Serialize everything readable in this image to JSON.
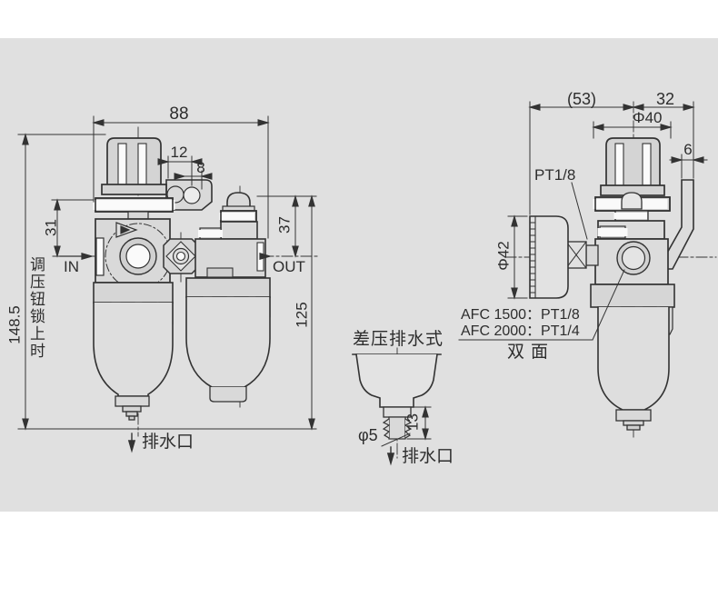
{
  "front_view": {
    "dim_width": "88",
    "dim_bracket": "12",
    "dim_hole": "8",
    "dim_inlet": "31",
    "dim_total_height": "148.5",
    "note_vertical": "调压钮锁上时",
    "label_in": "IN",
    "label_out": "OUT",
    "dim_top_to_axis": "37",
    "dim_axis_height": "125",
    "label_drain": "排水口"
  },
  "detail_view": {
    "title": "差压排水式",
    "dim_diameter": "φ5",
    "dim_length": "13",
    "label_drain": "排水口"
  },
  "side_view": {
    "dim_depth": "(53)",
    "dim_width": "32",
    "dim_knob_diameter": "Φ40",
    "dim_bracket_thickness": "6",
    "label_port": "PT1/8",
    "dim_gauge_diameter": "Φ42",
    "note_line1": "AFC 1500：PT1/8",
    "note_line2": "AFC 2000：PT1/4",
    "note_line3": "双面"
  },
  "colors": {
    "background": "#e0e0e0",
    "line": "#333333",
    "part_fill": "#d9d9d9",
    "highlight": "#fafafa"
  }
}
